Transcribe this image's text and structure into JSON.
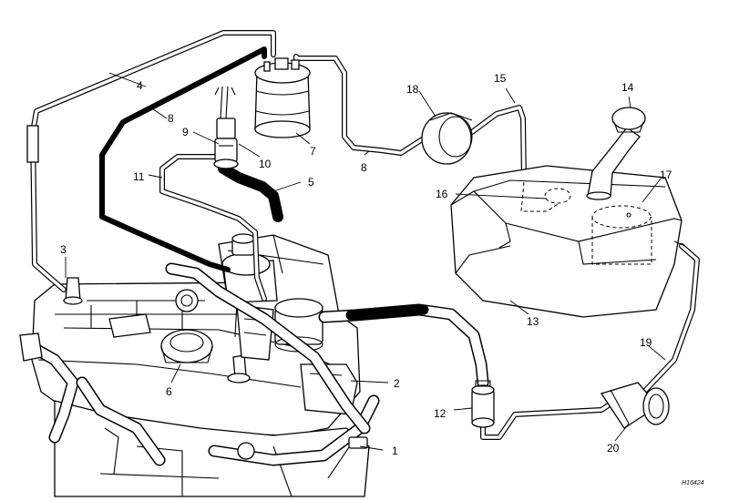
{
  "diagram": {
    "callouts": [
      "1",
      "2",
      "3",
      "4",
      "5",
      "6",
      "7",
      "8",
      "8",
      "9",
      "10",
      "11",
      "12",
      "13",
      "14",
      "15",
      "16",
      "17",
      "18",
      "19",
      "20"
    ],
    "reference_code": "H16424"
  }
}
